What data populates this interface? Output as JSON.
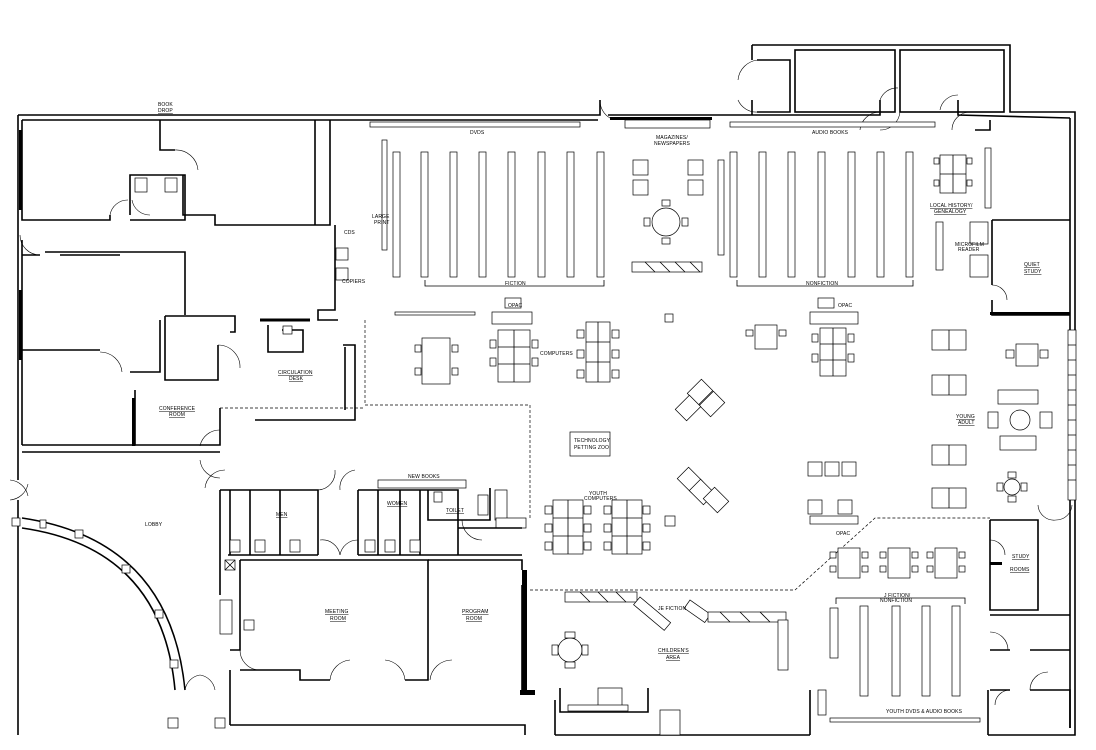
{
  "plan": {
    "labels": {
      "book_drop": [
        "BOOK",
        "DROP"
      ],
      "dvds": "DVDS",
      "magazines": [
        "MAGAZINES/",
        "NEWSPAPERS"
      ],
      "audio_books": "AUDIO BOOKS",
      "large_print": [
        "LARGE",
        "PRINT"
      ],
      "cds": "CDS",
      "copiers": "COPIERS",
      "fiction": "FICTION",
      "nonfiction": "NONFICTION",
      "local_history": [
        "LOCAL HISTORY/",
        "GENEALOGY"
      ],
      "microfilm": [
        "MICROFILM",
        "READER"
      ],
      "quiet_study": [
        "QUIET",
        "STUDY"
      ],
      "opac_1": "OPAC",
      "opac_2": "OPAC",
      "opac_3": "OPAC",
      "computers": "COMPUTERS",
      "circulation_desk": [
        "CIRCULATION",
        "DESK"
      ],
      "conference_room": [
        "CONFERENCE",
        "ROOM"
      ],
      "technology_petting_zoo": [
        "TECHNOLOGY",
        "PETTING ZOO"
      ],
      "young_adult": [
        "YOUNG",
        "ADULT"
      ],
      "lobby": "LOBBY",
      "new_books": "NEW BOOKS",
      "men": "MEN",
      "women": "WOMEN",
      "toilet": "TOILET",
      "youth_computers": [
        "YOUTH",
        "COMPUTERS"
      ],
      "study_rooms": [
        "STUDY",
        "ROOMS"
      ],
      "meeting_room": [
        "MEETING",
        "ROOM"
      ],
      "program_room": [
        "PROGRAM",
        "ROOM"
      ],
      "je_fiction": "JE FICTION",
      "childrens_area": [
        "CHILDREN'S",
        "AREA"
      ],
      "j_fiction": [
        "J FICTION/",
        "NONFICTION"
      ],
      "youth_dvds": "YOUTH DVDS & AUDIO BOOKS"
    }
  }
}
